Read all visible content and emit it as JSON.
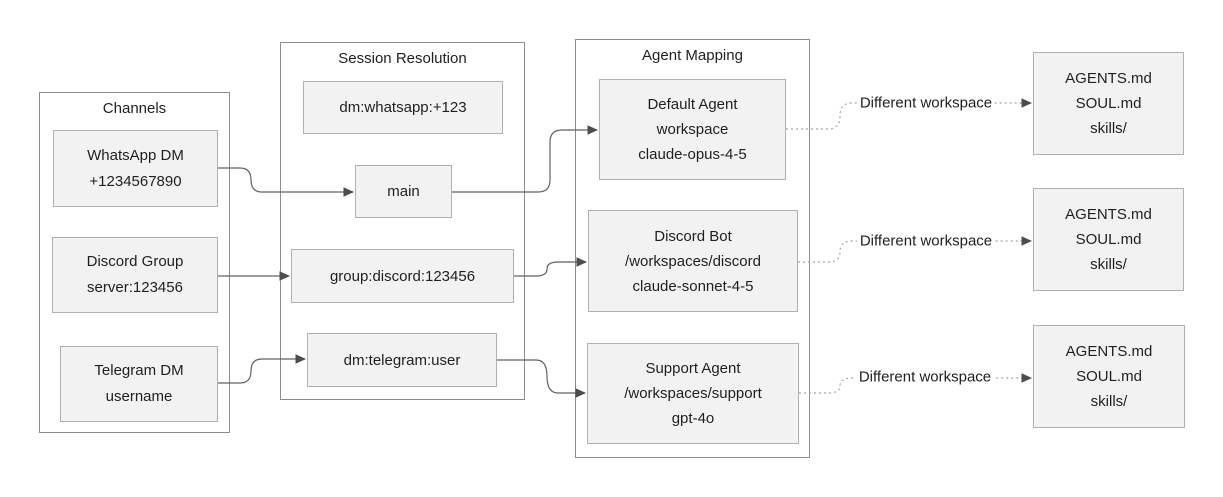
{
  "channels": {
    "title": "Channels",
    "items": [
      {
        "lines": [
          "WhatsApp DM",
          "+1234567890"
        ]
      },
      {
        "lines": [
          "Discord Group",
          "server:123456"
        ]
      },
      {
        "lines": [
          "Telegram DM",
          "username"
        ]
      }
    ]
  },
  "session": {
    "title": "Session Resolution",
    "items": [
      {
        "label": "dm:whatsapp:+123"
      },
      {
        "label": "main"
      },
      {
        "label": "group:discord:123456"
      },
      {
        "label": "dm:telegram:user"
      }
    ]
  },
  "agents": {
    "title": "Agent Mapping",
    "items": [
      {
        "lines": [
          "Default Agent",
          "workspace",
          "claude-opus-4-5"
        ]
      },
      {
        "lines": [
          "Discord Bot",
          "/workspaces/discord",
          "claude-sonnet-4-5"
        ]
      },
      {
        "lines": [
          "Support Agent",
          "/workspaces/support",
          "gpt-4o"
        ]
      }
    ]
  },
  "workspaces": {
    "items": [
      {
        "lines": [
          "AGENTS.md",
          "SOUL.md",
          "skills/"
        ]
      },
      {
        "lines": [
          "AGENTS.md",
          "SOUL.md",
          "skills/"
        ]
      },
      {
        "lines": [
          "AGENTS.md",
          "SOUL.md",
          "skills/"
        ]
      }
    ]
  },
  "edge_labels": [
    "Different workspace",
    "Different workspace",
    "Different workspace"
  ],
  "colors": {
    "node_fill": "#f2f2f2",
    "node_border": "#b0b0b0",
    "group_border": "#8c8c8c",
    "solid_edge": "#616161",
    "dotted_edge": "#a3a3a3",
    "arrowhead": "#4d4d4d",
    "text": "#1f1f1f"
  }
}
